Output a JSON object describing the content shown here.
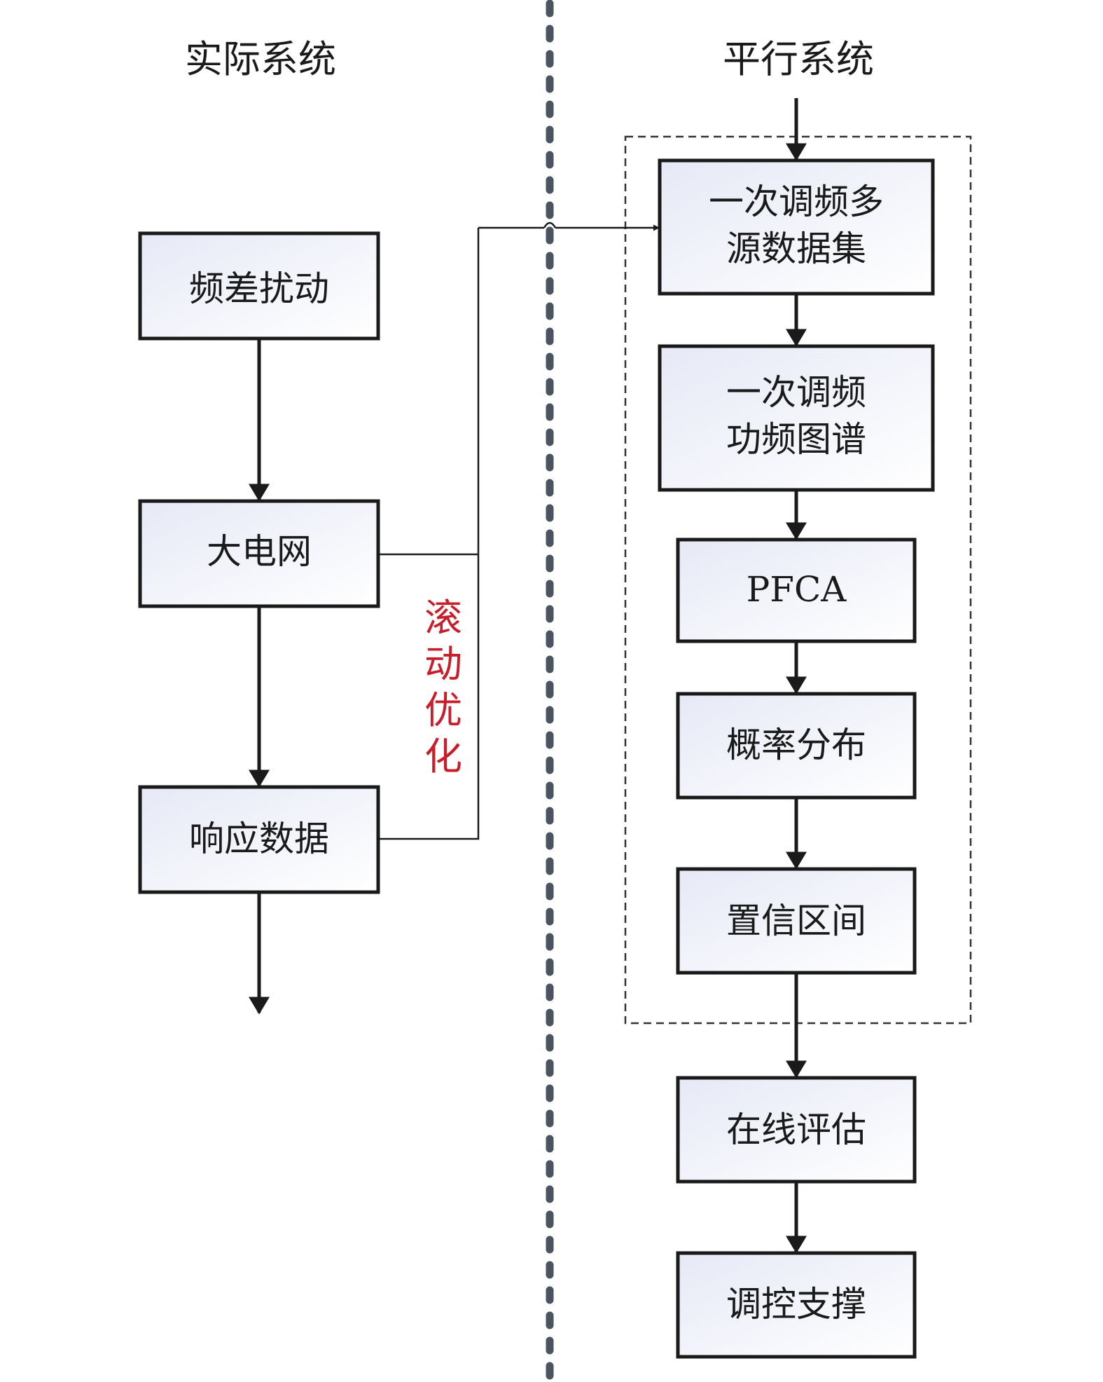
{
  "sections": {
    "actual": "实际系统",
    "parallel": "平行系统"
  },
  "left_boxes": {
    "disturbance": "频差扰动",
    "grid": "大电网",
    "response": "响应数据"
  },
  "right_boxes": {
    "dataset": [
      "一次调频多",
      "源数据集"
    ],
    "spectrum": [
      "一次调频",
      "功频图谱"
    ],
    "pfca": "PFCA",
    "distribution": "概率分布",
    "interval": "置信区间",
    "evaluation": "在线评估",
    "support": "调控支撑"
  },
  "side_label": [
    "滚",
    "动",
    "优",
    "化"
  ],
  "colors": {
    "box_fill_top": "#e6e9f6",
    "box_fill_bottom": "#ffffff",
    "stroke": "#1a1a1a",
    "divider": "#4a5560",
    "side_label": "#c81e2a"
  }
}
